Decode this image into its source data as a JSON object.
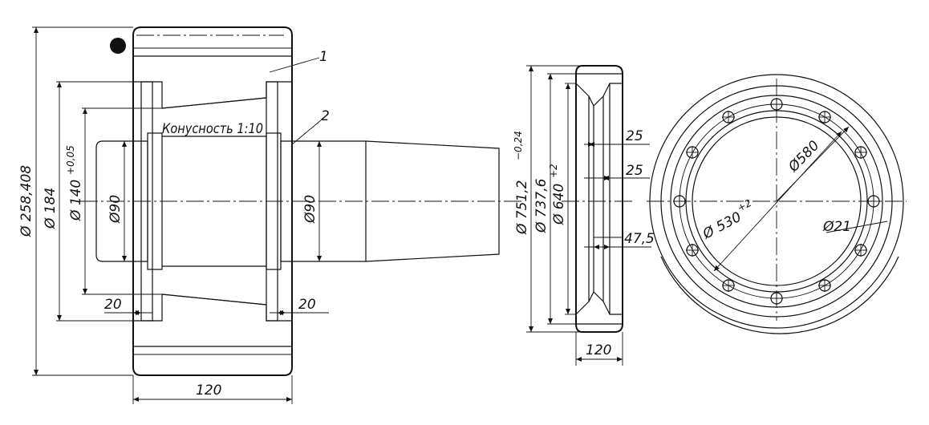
{
  "left_view": {
    "taper_note": "Конусность 1:10",
    "callout_1": "1",
    "callout_2": "2",
    "d_outer": "Ø 258,408",
    "d_184": "Ø 184",
    "d_140": "Ø 140",
    "d_140_tol": "+0,05",
    "d_90_left": "Ø90",
    "d_90_right": "Ø90",
    "w_20_left": "20",
    "w_20_right": "20",
    "w_120": "120"
  },
  "middle_view": {
    "d_751": "Ø 751,2",
    "d_751_tol": "−0,24",
    "d_737": "Ø 737,6",
    "d_640": "Ø 640",
    "d_640_tol": "+2",
    "dim_25_top": "25",
    "dim_25_mid": "25",
    "dim_47": "47,5",
    "w_120": "120"
  },
  "right_view": {
    "d_580": "Ø580",
    "d_530": "Ø 530",
    "d_530_tol": "+2",
    "d_21": "Ø21"
  }
}
